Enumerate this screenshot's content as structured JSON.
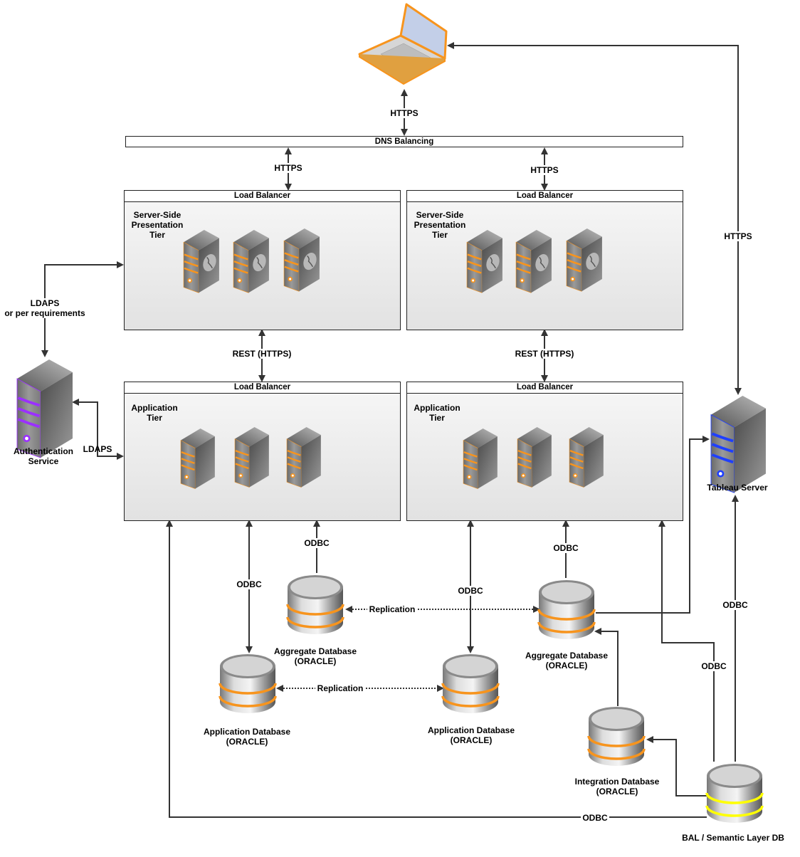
{
  "diagram": {
    "client": {
      "name": "Laptop client"
    },
    "dns": {
      "label": "DNS Balancing"
    },
    "links": {
      "client_dns": "HTTPS",
      "dns_left": "HTTPS",
      "dns_right": "HTTPS",
      "client_tableau": "HTTPS",
      "ldaps_presentation": "LDAPS",
      "ldaps_presentation_sub": "or per requirements",
      "ldaps_app": "LDAPS",
      "rest_left": "REST (HTTPS)",
      "rest_right": "REST (HTTPS)",
      "odbc_left_appdb": "ODBC",
      "odbc_left_aggdb": "ODBC",
      "odbc_right_appdb": "ODBC",
      "odbc_right_aggdb": "ODBC",
      "odbc_bal_right_app": "ODBC",
      "odbc_bal_tableau": "ODBC",
      "odbc_bal_left_app": "ODBC",
      "replication_agg": "Replication",
      "replication_app": "Replication"
    },
    "left_presentation": {
      "header": "Load Balancer",
      "title": [
        "Server-Side",
        "Presentation",
        "Tier"
      ]
    },
    "right_presentation": {
      "header": "Load Balancer",
      "title": [
        "Server-Side",
        "Presentation",
        "Tier"
      ]
    },
    "left_application": {
      "header": "Load Balancer",
      "title": [
        "Application",
        "Tier"
      ]
    },
    "right_application": {
      "header": "Load Balancer",
      "title": [
        "Application",
        "Tier"
      ]
    },
    "auth_service": {
      "label": [
        "Authentication",
        "Service"
      ]
    },
    "tableau_server": {
      "label": "Tableau Server"
    },
    "databases": {
      "left_agg": [
        "Aggregate Database",
        "(ORACLE)"
      ],
      "right_agg": [
        "Aggregate Database",
        "(ORACLE)"
      ],
      "left_app": [
        "Application Database",
        "(ORACLE)"
      ],
      "right_app": [
        "Application Database",
        "(ORACLE)"
      ],
      "integration": [
        "Integration Database",
        "(ORACLE)"
      ],
      "bal": "BAL / Semantic Layer DB"
    },
    "colors": {
      "accent_orange": "#f7941d",
      "auth_purple": "#9b30ff",
      "tableau_blue": "#1f3fff",
      "bal_yellow": "#ffff00"
    }
  }
}
